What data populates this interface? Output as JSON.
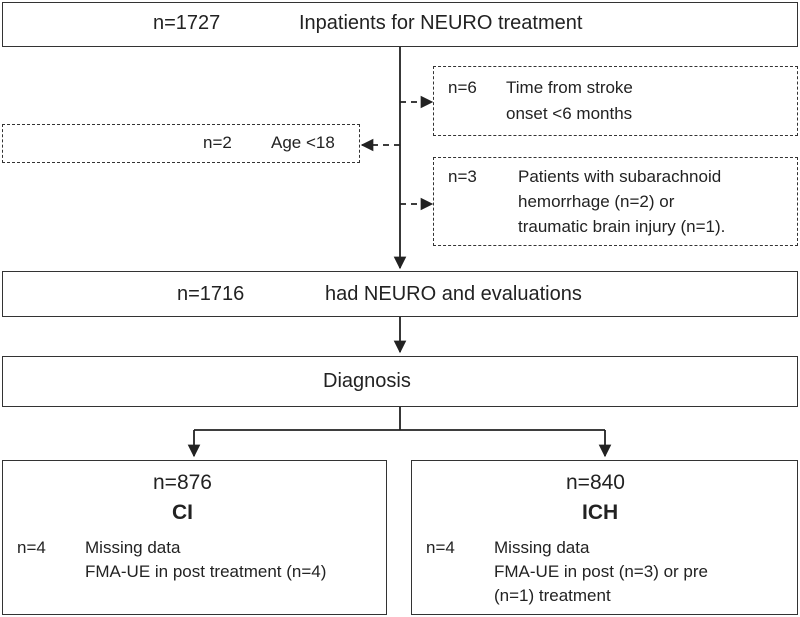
{
  "top": {
    "n": "n=1727",
    "label": "Inpatients for NEURO treatment"
  },
  "exclusions": {
    "onset": {
      "n": "n=6",
      "line1": "Time from stroke",
      "line2": "onset <6 months"
    },
    "age": {
      "n": "n=2",
      "label": "Age <18"
    },
    "sah": {
      "n": "n=3",
      "line1": "Patients with subarachnoid",
      "line2": "hemorrhage (n=2) or",
      "line3": "traumatic brain injury (n=1)."
    }
  },
  "evaluated": {
    "n": "n=1716",
    "label": "had NEURO and evaluations"
  },
  "diagnosis": {
    "label": "Diagnosis"
  },
  "ci": {
    "n": "n=876",
    "label": "CI",
    "missing_n": "n=4",
    "missing_title": "Missing data",
    "missing_detail": "FMA-UE in post treatment (n=4)"
  },
  "ich": {
    "n": "n=840",
    "label": "ICH",
    "missing_n": "n=4",
    "missing_title": "Missing data",
    "missing_detail1": "FMA-UE in post (n=3) or pre",
    "missing_detail2": "(n=1) treatment"
  }
}
